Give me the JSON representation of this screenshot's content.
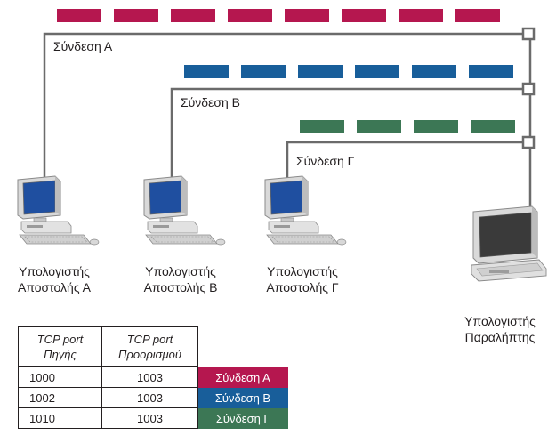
{
  "colors": {
    "conn_a": "#b5174f",
    "conn_b": "#185e9a",
    "conn_c": "#3c7755",
    "line": "#6b6b6b"
  },
  "connections": [
    {
      "id": "a",
      "label": "Σύνδεση Α",
      "segments": 8,
      "color": "#b5174f"
    },
    {
      "id": "b",
      "label": "Σύνδεση Β",
      "segments": 6,
      "color": "#185e9a"
    },
    {
      "id": "c",
      "label": "Σύνδεση Γ",
      "segments": 4,
      "color": "#3c7755"
    }
  ],
  "computers": {
    "sender_a": [
      "Υπολογιστής",
      "Αποστολής Α"
    ],
    "sender_b": [
      "Υπολογιστής",
      "Αποστολής Β"
    ],
    "sender_c": [
      "Υπολογιστής",
      "Αποστολής Γ"
    ],
    "receiver": [
      "Υπολογιστής",
      "Παραλήπτης"
    ]
  },
  "icons": [
    "desktop-computer-icon",
    "laptop-computer-icon"
  ],
  "table": {
    "headers": [
      [
        "TCP port",
        "Πηγής"
      ],
      [
        "TCP port",
        "Προορισμού"
      ]
    ],
    "rows": [
      {
        "source": "1000",
        "dest": "1003",
        "conn": "Σύνδεση Α",
        "color": "#b5174f"
      },
      {
        "source": "1002",
        "dest": "1003",
        "conn": "Σύνδεση Β",
        "color": "#185e9a"
      },
      {
        "source": "1010",
        "dest": "1003",
        "conn": "Σύνδεση Γ",
        "color": "#3c7755"
      }
    ]
  }
}
